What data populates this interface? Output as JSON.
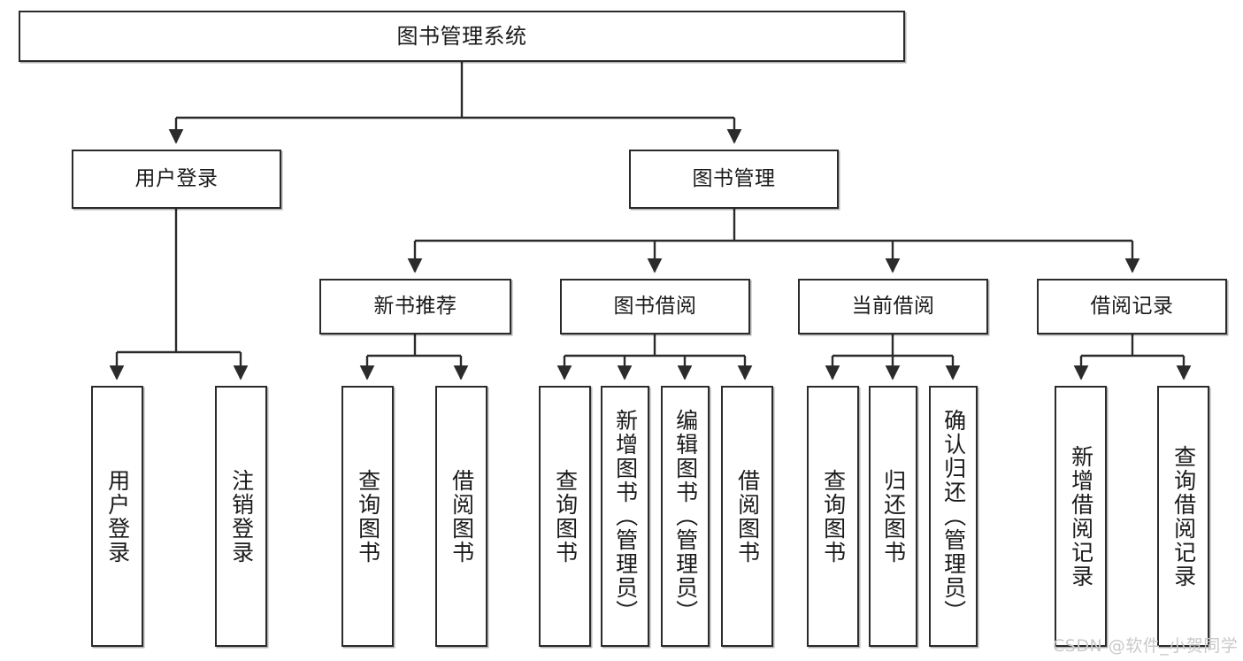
{
  "diagram": {
    "title": "图书管理系统",
    "type": "tree-hierarchy-diagram",
    "colors": {
      "box_border": "#2b2b2b",
      "box_fill": "#ffffff",
      "edge": "#2b2b2b",
      "text": "#1a1a1a",
      "watermark": "#c9c9c9",
      "background": "#ffffff"
    },
    "root": {
      "label": "图书管理系统"
    },
    "level2": [
      {
        "label": "用户登录"
      },
      {
        "label": "图书管理"
      }
    ],
    "level3": [
      {
        "label": "新书推荐"
      },
      {
        "label": "图书借阅"
      },
      {
        "label": "当前借阅"
      },
      {
        "label": "借阅记录"
      }
    ],
    "leaves": {
      "user_login": [
        {
          "label": "用户登录"
        },
        {
          "label": "注销登录"
        }
      ],
      "new_book_recommend": [
        {
          "label": "查询图书"
        },
        {
          "label": "借阅图书"
        }
      ],
      "book_borrow": [
        {
          "label": "查询图书"
        },
        {
          "label": "新增图书（管理员）"
        },
        {
          "label": "编辑图书（管理员）"
        },
        {
          "label": "借阅图书"
        }
      ],
      "current_borrow": [
        {
          "label": "查询图书"
        },
        {
          "label": "归还图书"
        },
        {
          "label": "确认归还（管理员）"
        }
      ],
      "borrow_record": [
        {
          "label": "新增借阅记录"
        },
        {
          "label": "查询借阅记录"
        }
      ]
    }
  },
  "watermark": {
    "text": "CSDN @软件_小贺同学"
  }
}
